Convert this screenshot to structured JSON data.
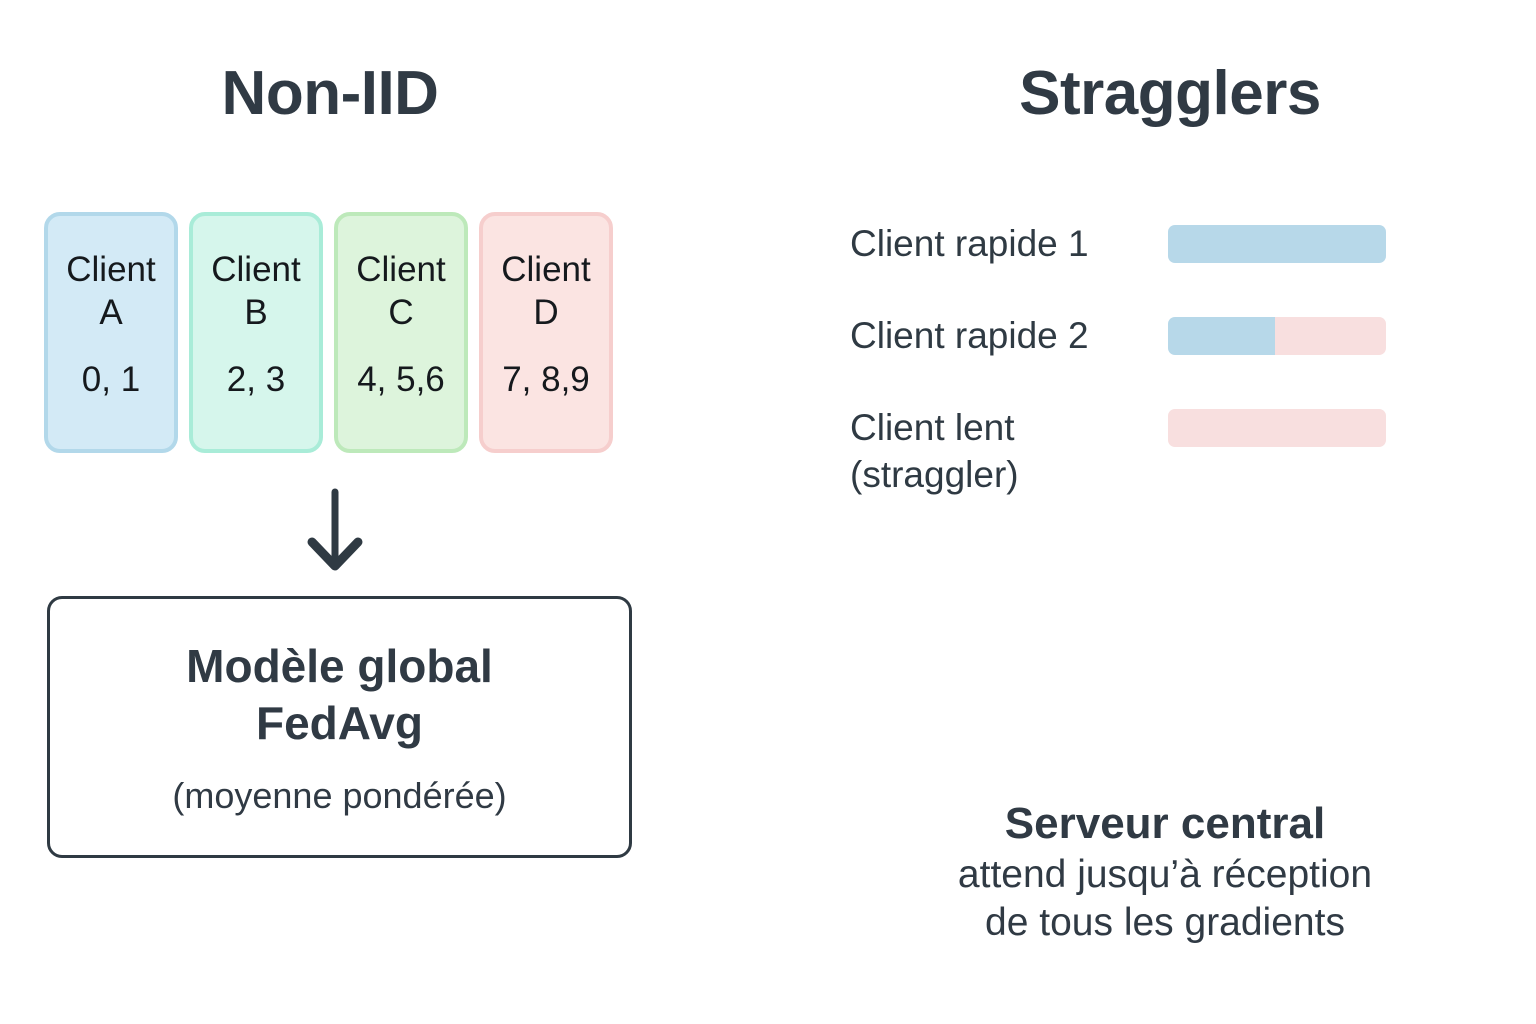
{
  "background": "#ffffff",
  "text_color": "#303a44",
  "left_panel": {
    "title": "Non-IID",
    "clients": [
      {
        "name": "Client A",
        "digits": "0, 1",
        "fill": "#d3eaf6",
        "border": "#b2d8ea"
      },
      {
        "name": "Client B",
        "digits": "2, 3",
        "fill": "#d6f6ec",
        "border": "#a9ecd8"
      },
      {
        "name": "Client C",
        "digits": "4, 5,6",
        "fill": "#ddf4dc",
        "border": "#bde9ba"
      },
      {
        "name": "Client D",
        "digits": "7, 8,9",
        "fill": "#fbe4e2",
        "border": "#f6cecd"
      }
    ],
    "arrow_icon": "arrow-down-icon",
    "global_model": {
      "line1": "Modèle global",
      "line2": "FedAvg",
      "subtitle": "(moyenne pondérée)"
    }
  },
  "right_panel": {
    "title": "Stragglers",
    "rows": [
      {
        "label": "Client rapide 1",
        "blue_pct": 100,
        "pink_pct": 0
      },
      {
        "label": "Client rapide 2",
        "blue_pct": 49,
        "pink_pct": 51
      },
      {
        "label": "Client lent\n(straggler)",
        "blue_pct": 0,
        "pink_pct": 100
      }
    ],
    "bar_colors": {
      "fast": "#b7d8e9",
      "wait": "#f8dfdf"
    },
    "arrow_icon": "arrow-down-icon",
    "server_icon": "server-icon",
    "server": {
      "title": "Serveur central",
      "subtitle": "attend jusqu’à réception\nde tous les gradients"
    }
  }
}
